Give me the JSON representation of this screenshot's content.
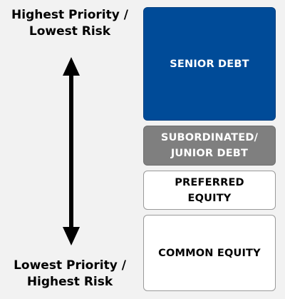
{
  "labels": {
    "top": [
      "Highest Priority /",
      "Lowest Risk"
    ],
    "bottom": [
      "Lowest Priority /",
      "Highest Risk"
    ]
  },
  "blocks": [
    {
      "lines": [
        "SENIOR DEBT"
      ]
    },
    {
      "lines": [
        "SUBORDINATED/",
        "JUNIOR DEBT"
      ]
    },
    {
      "lines": [
        "PREFERRED",
        "EQUITY"
      ]
    },
    {
      "lines": [
        "COMMON EQUITY"
      ]
    }
  ],
  "colors": {
    "senior": "#004b98",
    "subordinated": "#7f7f7f",
    "equity": "#ffffff",
    "arrow": "#000000",
    "background": "#f2f2f2"
  },
  "icons": {
    "arrow": "double-headed-vertical-arrow"
  }
}
